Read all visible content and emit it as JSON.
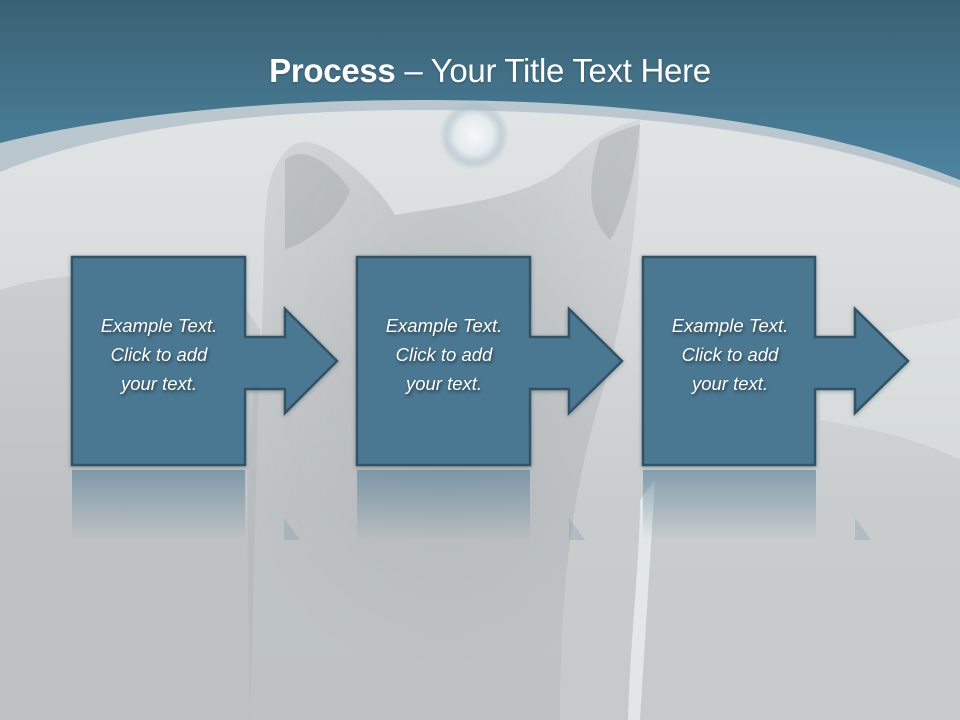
{
  "slide": {
    "title_bold": "Process",
    "title_rest": " – Your Title Text Here",
    "colors": {
      "header": "#4a7f99",
      "header_top": "#3a6478",
      "box_fill": "#4a7892",
      "box_border": "#2f5468",
      "band": "#b6c3cb",
      "background": "#dfe3e4"
    },
    "steps": [
      {
        "line1": "Example Text.",
        "line2": "Click  to add",
        "line3": "your text."
      },
      {
        "line1": "Example Text.",
        "line2": "Click  to add",
        "line3": "your text."
      },
      {
        "line1": "Example Text.",
        "line2": "Click  to add",
        "line3": "your text."
      }
    ]
  }
}
